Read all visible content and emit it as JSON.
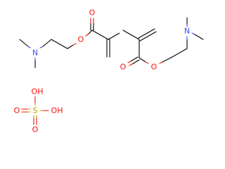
{
  "colors": {
    "carbon_bond": "#000000",
    "oxygen": "#ff0d0d",
    "nitrogen": "#3050f8",
    "sulfur": "#b8a000",
    "background": "#ffffff"
  },
  "molecule_1": {
    "ester_oxygen": "O",
    "carbonyl_oxygen": "O",
    "amine_nitrogen": "N"
  },
  "molecule_2": {
    "ester_oxygen": "O",
    "carbonyl_oxygen": "O",
    "amine_nitrogen": "N"
  },
  "sulfuric_acid": {
    "sulfur": "S",
    "oxygen_top": "O",
    "oxygen_bottom": "O",
    "hydroxyl_top": "OH",
    "hydroxyl_right": "OH"
  }
}
